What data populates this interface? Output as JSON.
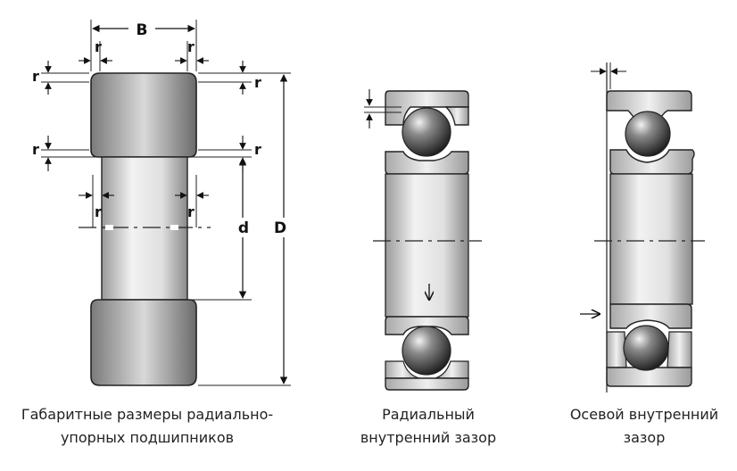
{
  "colors": {
    "outline": "#222222",
    "ring_light": "#c9c9c9",
    "ring_dark": "#6a6a6a",
    "ball_light": "#e8e8e8",
    "ball_dark": "#1e1e1e",
    "bore": "#e6e6e6"
  },
  "labels": {
    "B": "B",
    "r": "r",
    "d": "d",
    "D": "D"
  },
  "captions": {
    "dimensions_line1": "Габаритные размеры радиально-",
    "dimensions_line2": "упорных подшипников",
    "radial_line1": "Радиальный",
    "radial_line2": "внутренний зазор",
    "axial_line1": "Осевой внутренний",
    "axial_line2": "зазор"
  }
}
